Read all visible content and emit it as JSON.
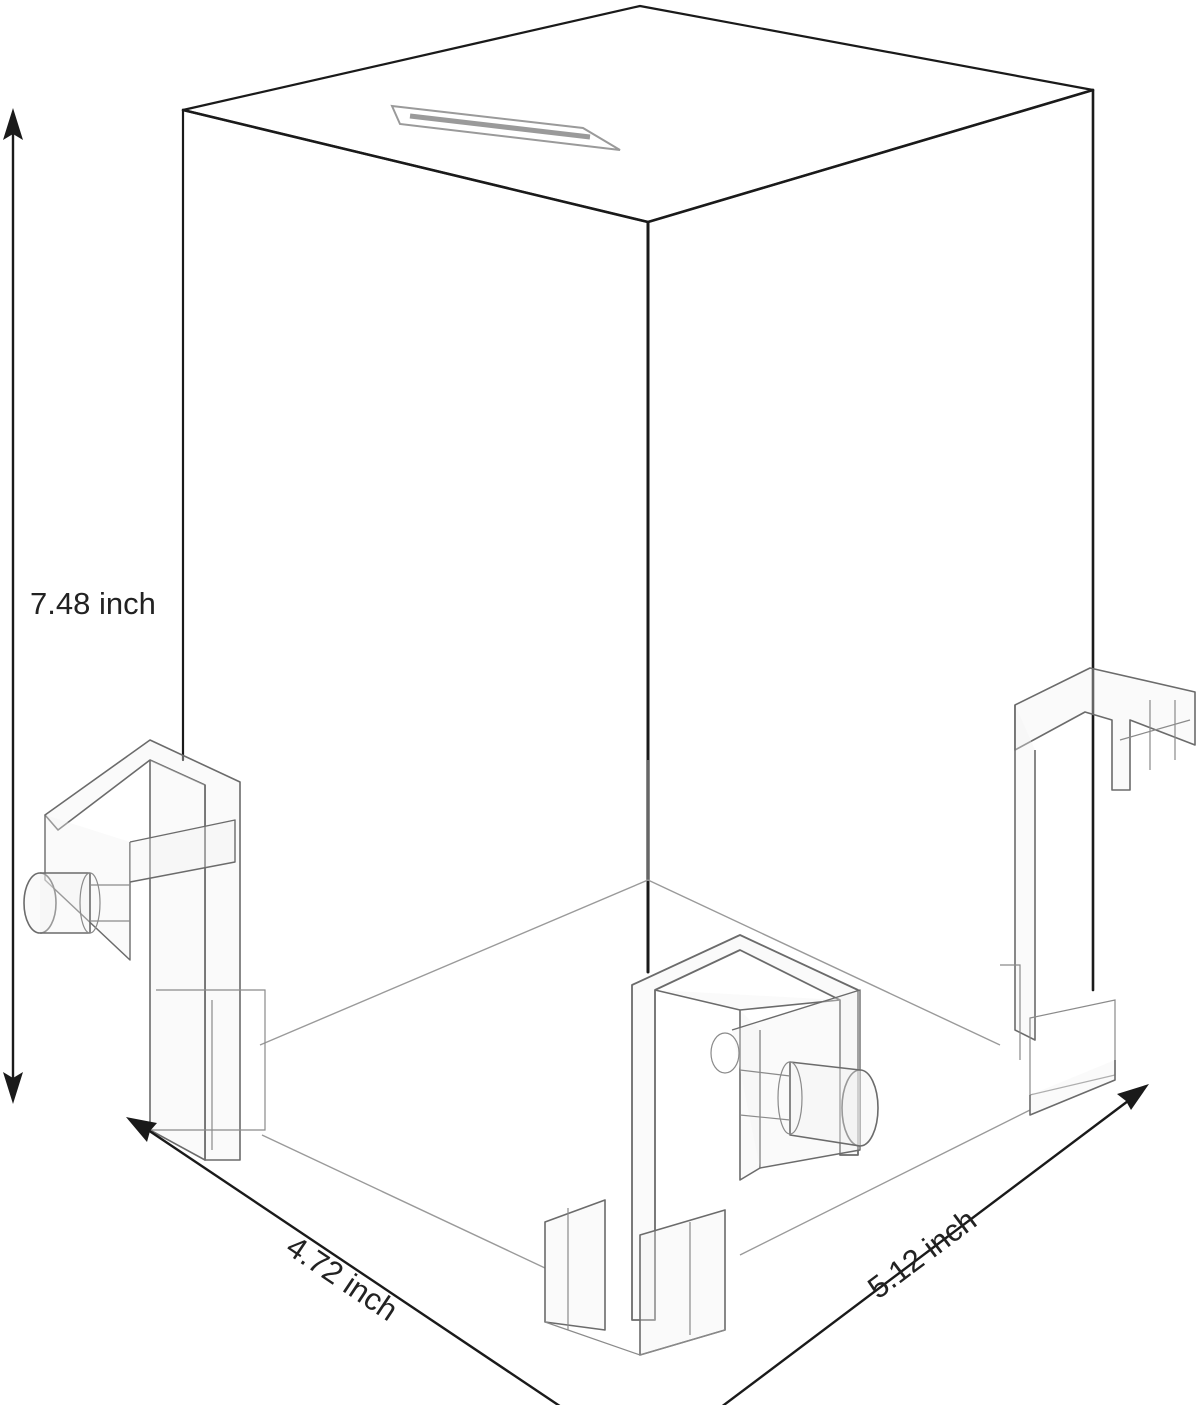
{
  "dimensions": {
    "height": "7.48 inch",
    "depth": "4.72 inch",
    "width": "5.12 inch"
  },
  "colors": {
    "line": "#1a1a1a",
    "background": "#ffffff"
  }
}
